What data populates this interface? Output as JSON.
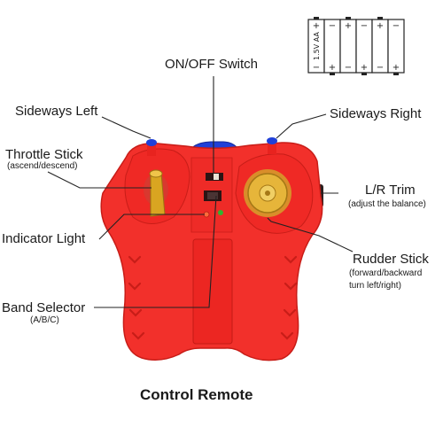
{
  "title": "Control Remote",
  "labels": {
    "on_off_switch": "ON/OFF Switch",
    "sideways_left": "Sideways Left",
    "sideways_right": "Sideways Right",
    "throttle_stick": "Throttle Stick",
    "throttle_stick_sub": "(ascend/descend)",
    "lr_trim": "L/R Trim",
    "lr_trim_sub": "(adjust the balance)",
    "indicator_light": "Indicator Light",
    "rudder_stick": "Rudder Stick",
    "rudder_stick_sub1": "(forward/backward",
    "rudder_stick_sub2": "turn left/right)",
    "band_selector": "Band Selector",
    "band_selector_sub": "(A/B/C)"
  },
  "battery": {
    "count": 6,
    "label": "1.5V AA",
    "plus": "+",
    "minus": "−"
  },
  "colors": {
    "remote_red": "#f2302b",
    "remote_dark": "#c81d18",
    "stick_gold": "#d9a521",
    "button_blue": "#2040d8",
    "indicator_green": "#2fb52f"
  }
}
